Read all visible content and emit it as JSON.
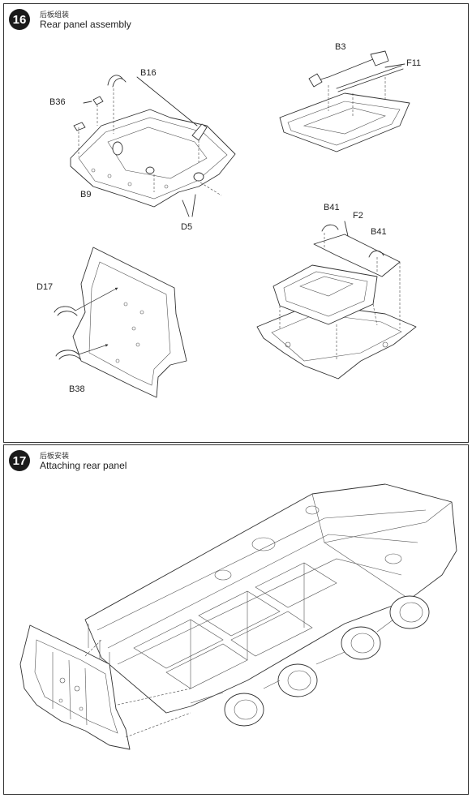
{
  "step16": {
    "number": "16",
    "title_cn": "后板组装",
    "title_en": "Rear panel assembly",
    "labels": {
      "b16": "B16",
      "b36": "B36",
      "b9": "B9",
      "d5": "D5",
      "b3": "B3",
      "f11": "F11",
      "b41a": "B41",
      "f2": "F2",
      "b41b": "B41",
      "d17": "D17",
      "b38": "B38"
    }
  },
  "step17": {
    "number": "17",
    "title_cn": "后板安装",
    "title_en": "Attaching rear panel"
  }
}
